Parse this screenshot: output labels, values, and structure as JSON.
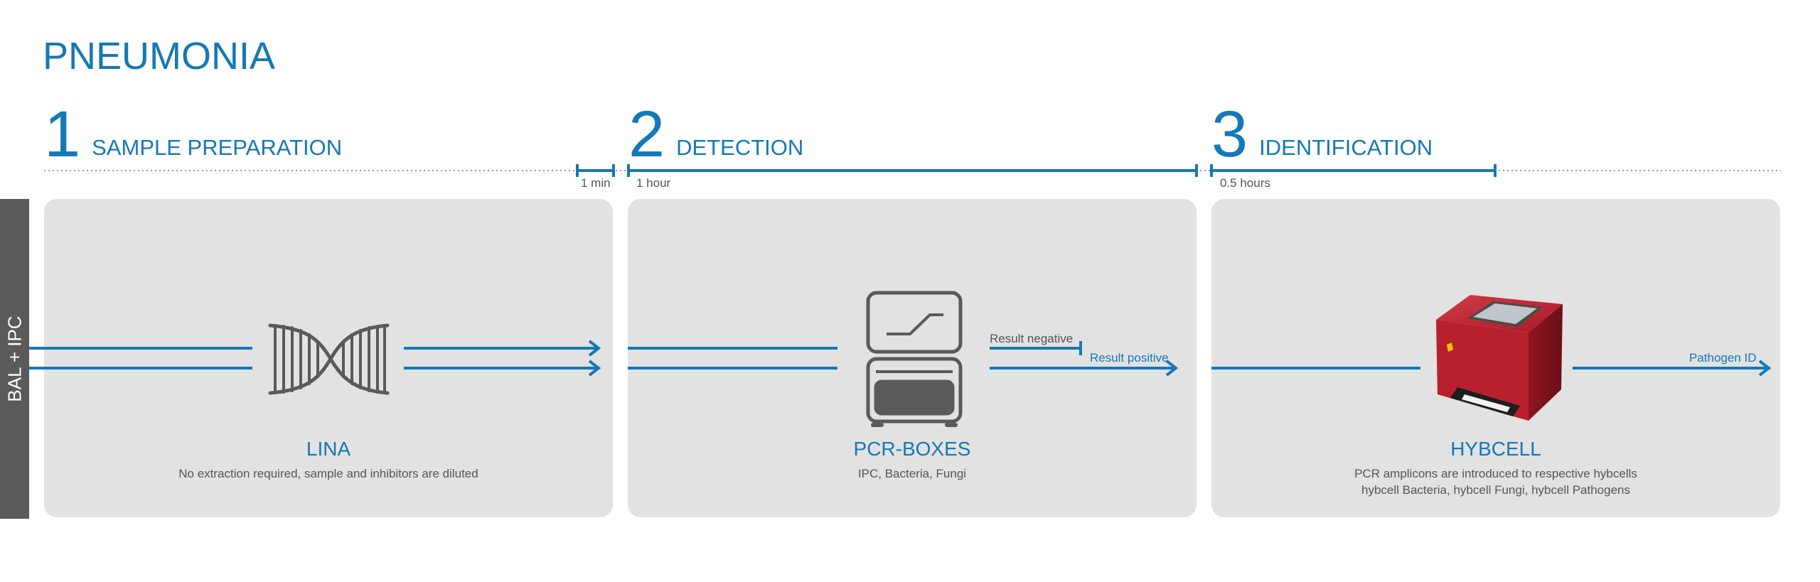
{
  "title": "PNEUMONIA",
  "side_label": "BAL + IPC",
  "steps": [
    {
      "number": "1",
      "label": "SAMPLE PREPARATION"
    },
    {
      "number": "2",
      "label": "DETECTION"
    },
    {
      "number": "3",
      "label": "IDENTIFICATION"
    }
  ],
  "durations": [
    "1 min",
    "1 hour",
    "0.5 hours"
  ],
  "panels": [
    {
      "name": "LINA",
      "desc": [
        "No extraction required, sample and inhibitors are diluted"
      ],
      "icon": "dna-icon"
    },
    {
      "name": "PCR-BOXES",
      "desc": [
        "IPC, Bacteria, Fungi"
      ],
      "icon": "pcr-box-icon"
    },
    {
      "name": "HYBCELL",
      "desc": [
        "PCR amplicons are introduced to respective hybcells",
        "hybcell Bacteria, hybcell Fungi, hybcell Pathogens"
      ],
      "icon": "hybcell-device-icon"
    }
  ],
  "flow_labels": {
    "result_negative": "Result negative",
    "result_positive": "Result positive",
    "pathogen_id": "Pathogen ID"
  },
  "colors": {
    "accent": "#1479b5",
    "panel": "#e2e2e2",
    "side_bar": "#5a5a5a",
    "device": "#b8202e"
  }
}
